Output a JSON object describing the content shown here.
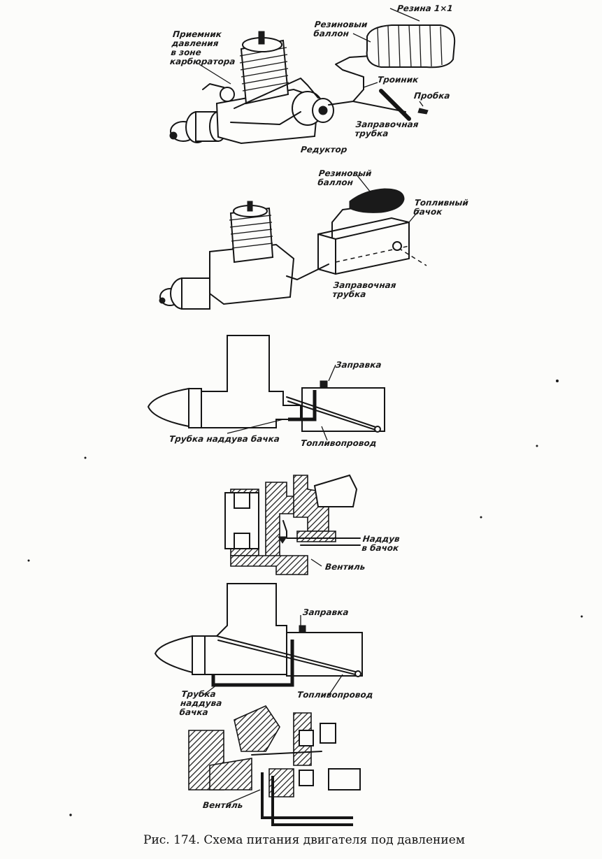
{
  "figure_1": {
    "label_rubber_spec": "Резина 1×1",
    "label_rubber_balloon": "Резиновыи\nбаллон",
    "label_pressure_receiver": "Приемник\nдавления\nв зоне\nкарбюратора",
    "label_tee": "Троиник",
    "label_plug": "Пробка",
    "label_filler_tube": "Заправочная\nтрубка",
    "label_reducer": "Редуктор"
  },
  "figure_2": {
    "label_rubber_balloon": "Резиновый\nбаллон",
    "label_fuel_tank": "Топливный\nбачок",
    "label_filler_tube": "Заправочная\nтрубка"
  },
  "figure_3": {
    "label_refill": "Заправка",
    "label_pressure_tube": "Трубка наддува бачка",
    "label_fuel_line": "Топливопровод"
  },
  "figure_4": {
    "label_pressurize": "Наддув\nв бачок",
    "label_valve": "Вентиль"
  },
  "figure_5": {
    "label_refill": "Заправка",
    "label_pressure_tube": "Трубка\nнаддува\nбачка",
    "label_fuel_line": "Топливопровод"
  },
  "figure_6": {
    "label_valve": "Вентиль"
  },
  "caption": {
    "number": "Рис. 174.",
    "text": "Схема питания двигателя под давлением"
  }
}
